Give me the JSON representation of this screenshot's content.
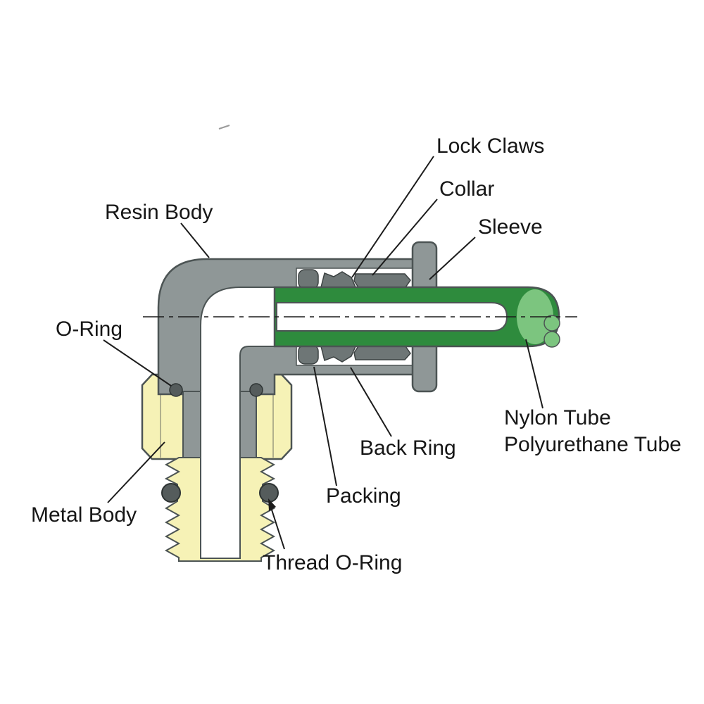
{
  "labels": {
    "lock_claws": "Lock Claws",
    "collar": "Collar",
    "sleeve": "Sleeve",
    "resin_body": "Resin Body",
    "o_ring": "O-Ring",
    "nylon_tube": "Nylon Tube",
    "polyurethane_tube": "Polyurethane Tube",
    "back_ring": "Back Ring",
    "packing": "Packing",
    "metal_body": "Metal Body",
    "thread_o_ring": "Thread O-Ring"
  },
  "colors": {
    "background": "#ffffff",
    "resin_gray": "#8f9797",
    "component_dark_gray": "#6e7676",
    "metal_yellow": "#f6f2b6",
    "tube_green": "#2e8b3d",
    "tube_green_light": "#7cc57f",
    "bore_white": "#ffffff",
    "o_ring_dark": "#555c5c",
    "line_black": "#1c1c1c"
  }
}
